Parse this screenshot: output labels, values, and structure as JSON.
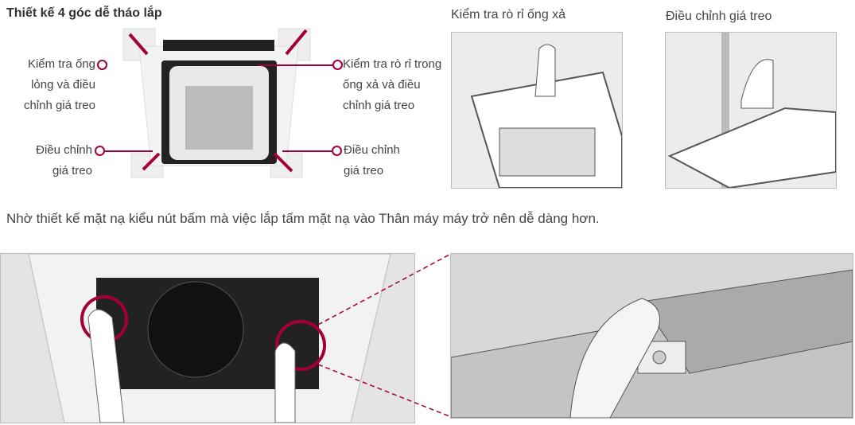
{
  "title": "Thiết kế 4 góc dễ tháo lắp",
  "labels": {
    "top_left": [
      "Kiểm tra ống",
      "lỏng và điều",
      "chỉnh giá treo"
    ],
    "top_right": [
      "Kiểm tra rò rỉ trong",
      "ống xả và điều",
      "chỉnh giá treo"
    ],
    "bottom_left": [
      "Điều chỉnh",
      "giá treo"
    ],
    "bottom_right": [
      "Điều chỉnh",
      "giá treo"
    ]
  },
  "captions": {
    "drain": "Kiểm tra rò rỉ ống xả",
    "hanger": "Điều chỉnh giá treo"
  },
  "note": "Nhờ thiết kế mặt nạ kiểu nút bấm mà việc lắp tấm mặt nạ vào Thân máy máy trở nên dễ dàng hơn.",
  "colors": {
    "accent": "#a50034"
  }
}
